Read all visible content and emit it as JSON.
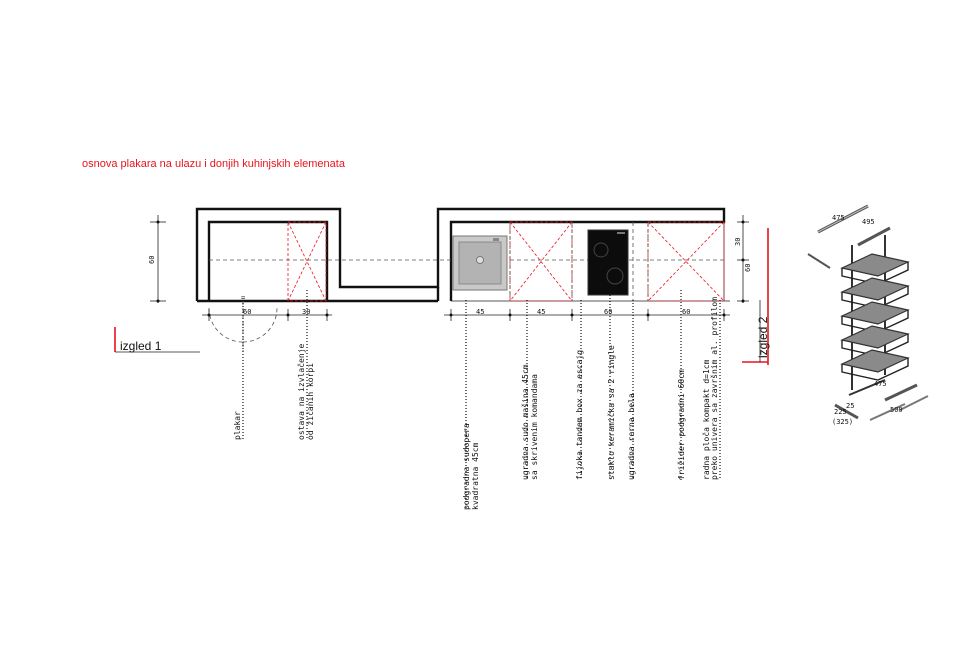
{
  "title": "osnova plakara na ulazu i donjih kuhinjskih elemenata",
  "views": {
    "view1": "izgled 1",
    "view2": "izgled 2"
  },
  "dimensions": {
    "depth_left": "60",
    "wardrobe": "60",
    "cart": "30",
    "sink": "45",
    "dishwasher": "45",
    "hob": "60",
    "fridge": "60",
    "right_top": "30",
    "right_bottom": "60"
  },
  "labels": {
    "wardrobe": "plakar",
    "cart_line1": "ostava na izvlačenje",
    "cart_line2": "od žičanih korpi",
    "sink_line1": "podgradna sudopera",
    "sink_line2": "kvadratna 45cm",
    "dish_line1": "ugradna sudo mašina 45cm",
    "dish_line2": "sa skrivenim komandama",
    "drawer": "fijoka tandem box za escajg",
    "hob": "staklo keramička sa 2 ringle",
    "oven": "ugradna rerna bela",
    "fridge": "frižider podgradni 60cm",
    "worktop_line1": "radna ploča kompakt d=1cm",
    "worktop_line2": "preko univera sa završnim al. profilom"
  },
  "product_dims": {
    "top_width": "475",
    "top_depth": "495",
    "bottom_width": "475",
    "rail_gap": "25",
    "rail_length": "500",
    "depth_a": "225",
    "depth_b": "(325)"
  },
  "colors": {
    "accent_red": "#e8141e",
    "line": "#111111"
  }
}
